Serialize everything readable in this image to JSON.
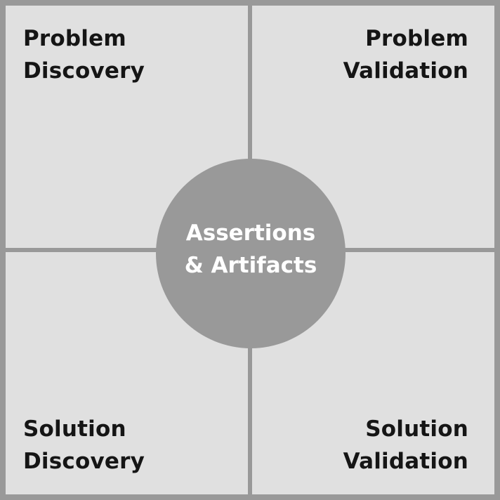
{
  "quadrants": {
    "top_left": {
      "line1": "Problem",
      "line2": "Discovery"
    },
    "top_right": {
      "line1": "Problem",
      "line2": "Validation"
    },
    "bottom_left": {
      "line1": "Solution",
      "line2": "Discovery"
    },
    "bottom_right": {
      "line1": "Solution",
      "line2": "Validation"
    }
  },
  "center": {
    "line1": "Assertions",
    "line2": "& Artifacts"
  },
  "colors": {
    "border_and_circle": "#999999",
    "quadrant_fill": "#e0e0e0",
    "label_text": "#151515",
    "center_text": "#ffffff"
  }
}
